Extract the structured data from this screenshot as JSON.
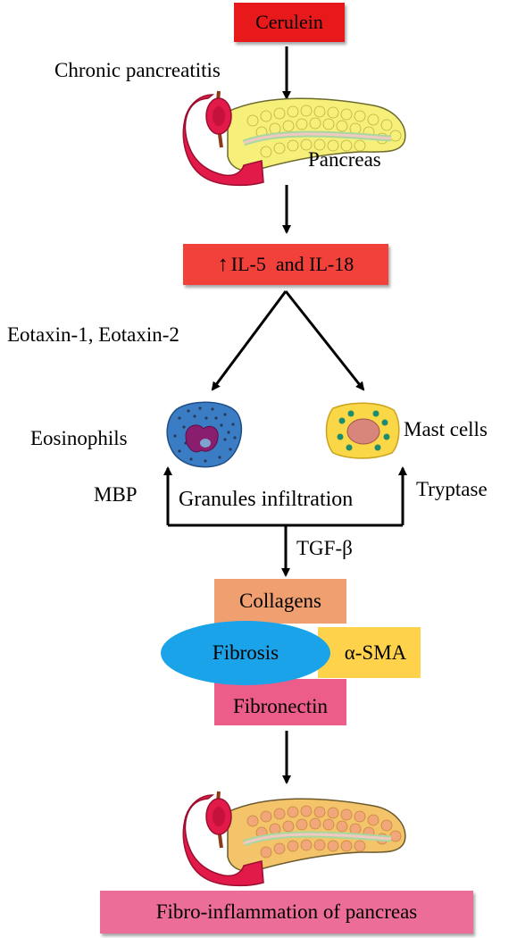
{
  "nodes": {
    "cerulein": "Cerulein",
    "il_label": "IL-5  and IL-18",
    "collagens": "Collagens",
    "fibrosis": "Fibrosis",
    "sma": "α-SMA",
    "fibronectin": "Fibronectin",
    "final": "Fibro-inflammation of pancreas"
  },
  "labels": {
    "chronic_pancreatitis": "Chronic pancreatitis",
    "pancreas": "Pancreas",
    "eotaxin": "Eotaxin-1, Eotaxin-2",
    "eosinophils": "Eosinophils",
    "mast_cells": "Mast cells",
    "mbp": "MBP",
    "granules": "Granules infiltration",
    "tryptase": "Tryptase",
    "tgf": "TGF-β"
  },
  "icons": [
    "pancreas-icon",
    "eosinophil-icon",
    "mast-cell-icon",
    "up-arrow-icon"
  ],
  "colors": {
    "cerulein_box": "#e8191b",
    "il_box": "#f2413b",
    "collagens_box": "#f0a070",
    "fibrosis_ellipse": "#1aa3e8",
    "sma_box": "#ffd24c",
    "fibronectin_box": "#ec5d8a",
    "final_box": "#ec6e98"
  }
}
